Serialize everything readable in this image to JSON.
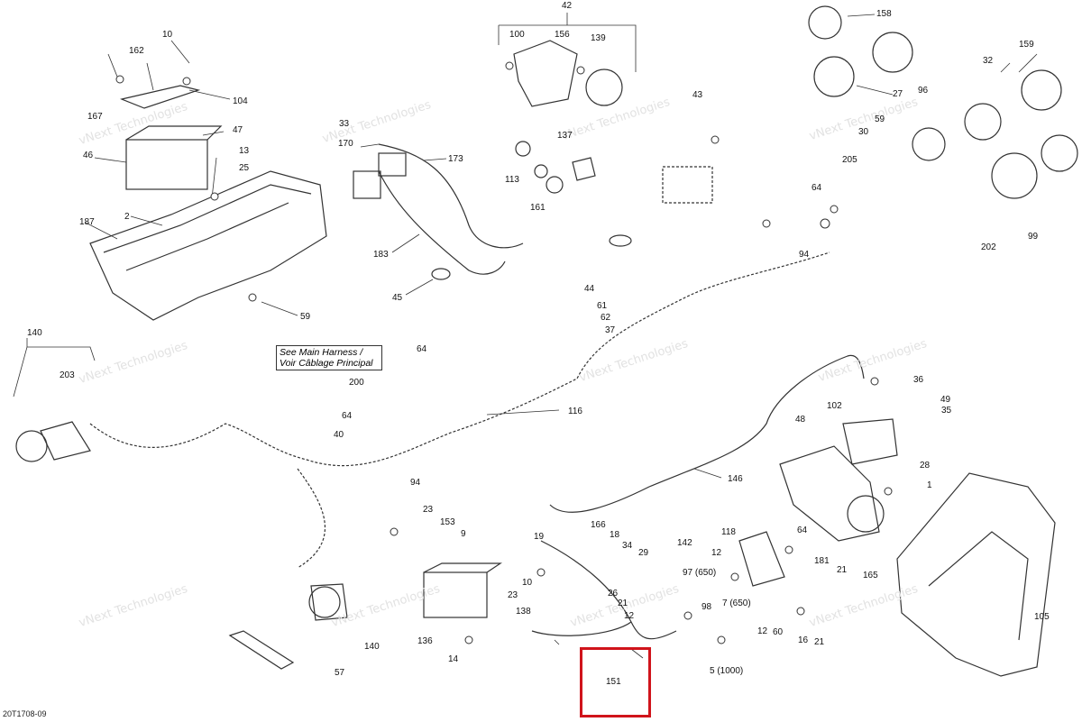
{
  "diagram_code": "20T1708-09",
  "note": [
    "See Main Harness /",
    "Voir Câblage Principal"
  ],
  "watermark": [
    "vNext",
    "Technologies"
  ],
  "highlight_color": "#d0141b",
  "callouts": [
    "42",
    "100",
    "156",
    "139",
    "158",
    "159",
    "27",
    "32",
    "96",
    "59",
    "30",
    "205",
    "64",
    "94",
    "202",
    "99",
    "43",
    "137",
    "113",
    "161",
    "10",
    "162",
    "104",
    "167",
    "47",
    "46",
    "13",
    "25",
    "2",
    "187",
    "59b",
    "33",
    "170",
    "173",
    "183",
    "45",
    "44",
    "61",
    "62",
    "37",
    "140",
    "203",
    "64b",
    "200",
    "116",
    "36",
    "49",
    "35",
    "102",
    "48",
    "146",
    "28",
    "1",
    "40",
    "64c",
    "94b",
    "23",
    "153",
    "9",
    "136",
    "14",
    "140b",
    "57",
    "19",
    "166",
    "18",
    "34",
    "29",
    "142",
    "10b",
    "23b",
    "21",
    "26",
    "138",
    "12",
    "118",
    "64d",
    "12b",
    "181",
    "21b",
    "165",
    "97",
    "98",
    "7",
    "5",
    "12c",
    "60",
    "16",
    "21c",
    "105",
    "151"
  ]
}
